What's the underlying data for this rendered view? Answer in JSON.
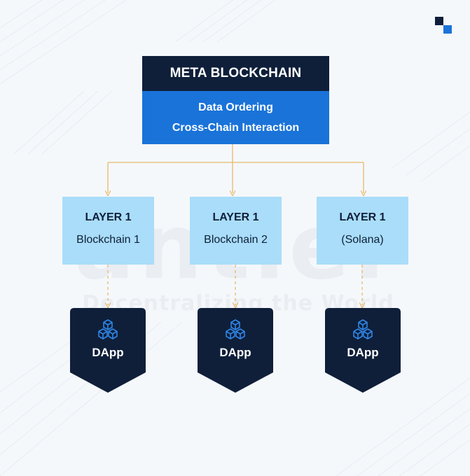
{
  "meta": {
    "title": "META BLOCKCHAIN",
    "lines": [
      "Data Ordering",
      "Cross-Chain Interaction"
    ]
  },
  "layers": [
    {
      "title": "LAYER 1",
      "subtitle": "Blockchain 1"
    },
    {
      "title": "LAYER 1",
      "subtitle": "Blockchain 2"
    },
    {
      "title": "LAYER 1",
      "subtitle": "(Solana)"
    }
  ],
  "dapps": [
    {
      "label": "DApp",
      "icon": "cubes-icon"
    },
    {
      "label": "DApp",
      "icon": "cubes-icon"
    },
    {
      "label": "DApp",
      "icon": "cubes-icon"
    }
  ],
  "watermark": {
    "logo": "antier",
    "tagline": "Decentralizing the World"
  },
  "colors": {
    "navy": "#0f1f3a",
    "blue": "#1a73d9",
    "light_blue": "#a9ddf9",
    "connector": "#e8b96a",
    "background": "#f5f8fb"
  }
}
